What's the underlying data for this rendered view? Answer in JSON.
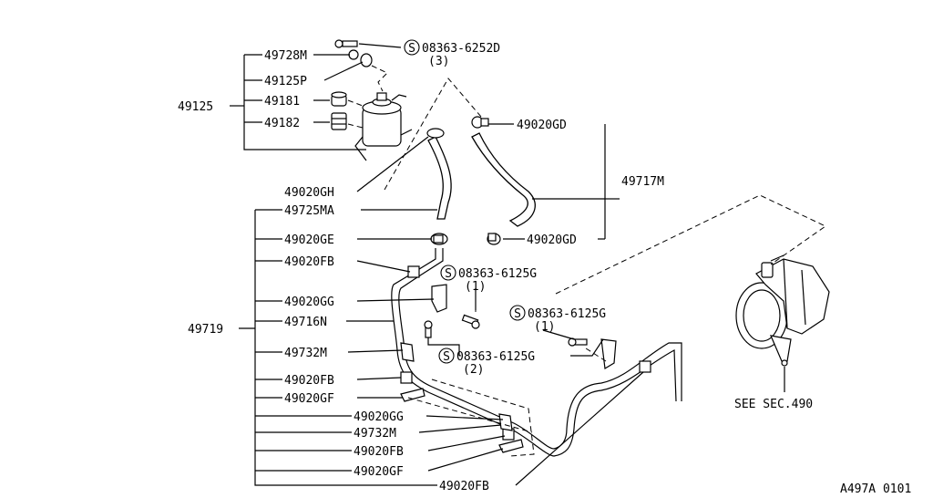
{
  "drawing_id": "A497A 0101",
  "see_ref": "SEE SEC.490",
  "screw_symbol": "S",
  "labels": {
    "p49728M": "49728M",
    "p49125P": "49125P",
    "p49125": "49125",
    "p49181": "49181",
    "p49182": "49182",
    "p08363_6252D": "08363-6252D",
    "q3": "(3)",
    "p49020GD_top": "49020GD",
    "p49717M": "49717M",
    "p49020GH": "49020GH",
    "p49725MA": "49725MA",
    "p49020GE": "49020GE",
    "p49020GD_bot": "49020GD",
    "p49020FB_1": "49020FB",
    "p08363_6125G_a": "08363-6125G",
    "q1a": "(1)",
    "p49020GG_1": "49020GG",
    "p49716N": "49716N",
    "p08363_6125G_b": "08363-6125G",
    "q1b": "(1)",
    "p49719": "49719",
    "p49732M_1": "49732M",
    "p08363_6125G_c": "08363-6125G",
    "q2": "(2)",
    "p49020FB_2": "49020FB",
    "p49020GF_1": "49020GF",
    "p49020GG_2": "49020GG",
    "p49732M_2": "49732M",
    "p49020FB_3": "49020FB",
    "p49020GF_2": "49020GF",
    "p49020FB_4": "49020FB"
  }
}
